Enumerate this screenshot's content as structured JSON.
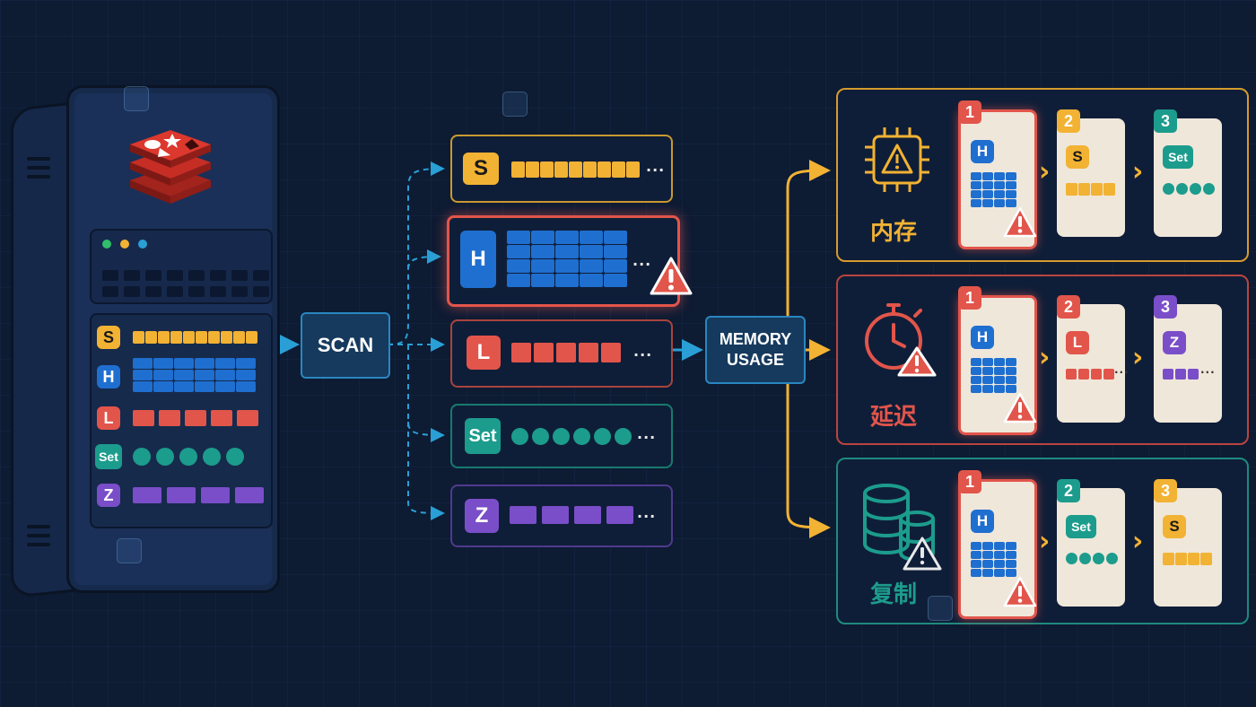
{
  "scan_label": "SCAN",
  "memory_usage_label": "MEMORY\nUSAGE",
  "ellipsis": "...",
  "types": {
    "string": {
      "label": "S",
      "color": "#f2b233"
    },
    "hash": {
      "label": "H",
      "color": "#1f6fd0"
    },
    "list": {
      "label": "L",
      "color": "#e2554b"
    },
    "set": {
      "label": "Set",
      "color": "#1c9c8c"
    },
    "zset": {
      "label": "Z",
      "color": "#7a4ec8"
    }
  },
  "impacts": [
    {
      "label": "内存",
      "icon": "chip-warning-icon",
      "color": "#f2b233",
      "steps": [
        "1",
        "2",
        "3"
      ],
      "cards": [
        "H",
        "S",
        "Set"
      ]
    },
    {
      "label": "延迟",
      "icon": "stopwatch-warning-icon",
      "color": "#e2554b",
      "steps": [
        "1",
        "2",
        "3"
      ],
      "cards": [
        "H",
        "L",
        "Z"
      ]
    },
    {
      "label": "复制",
      "icon": "database-warning-icon",
      "color": "#1c9c8c",
      "steps": [
        "1",
        "2",
        "3"
      ],
      "cards": [
        "H",
        "Set",
        "S"
      ]
    }
  ],
  "colors": {
    "arrow_blue": "#2a9fd6",
    "arrow_orange": "#f2b233",
    "warning_red": "#e2554b",
    "background": "#0d1b33"
  }
}
